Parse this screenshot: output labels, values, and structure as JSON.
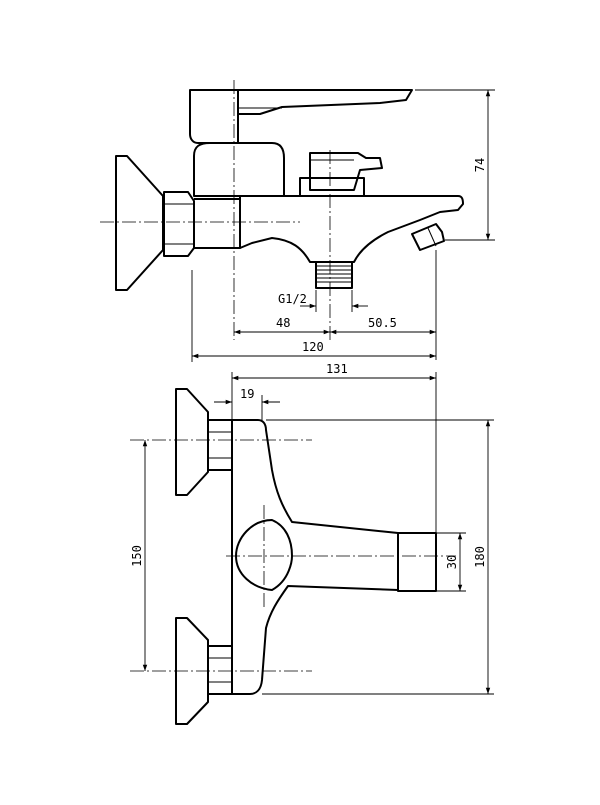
{
  "side_view": {
    "dimensions": {
      "height": "74",
      "thread": "G1/2",
      "left_offset": "48",
      "right_offset": "50.5",
      "total_depth": "120"
    }
  },
  "front_view": {
    "dimensions": {
      "overall_projection": "131",
      "nut_depth": "19",
      "inlet_spacing": "150",
      "spout_height": "30",
      "total_height": "180"
    }
  }
}
